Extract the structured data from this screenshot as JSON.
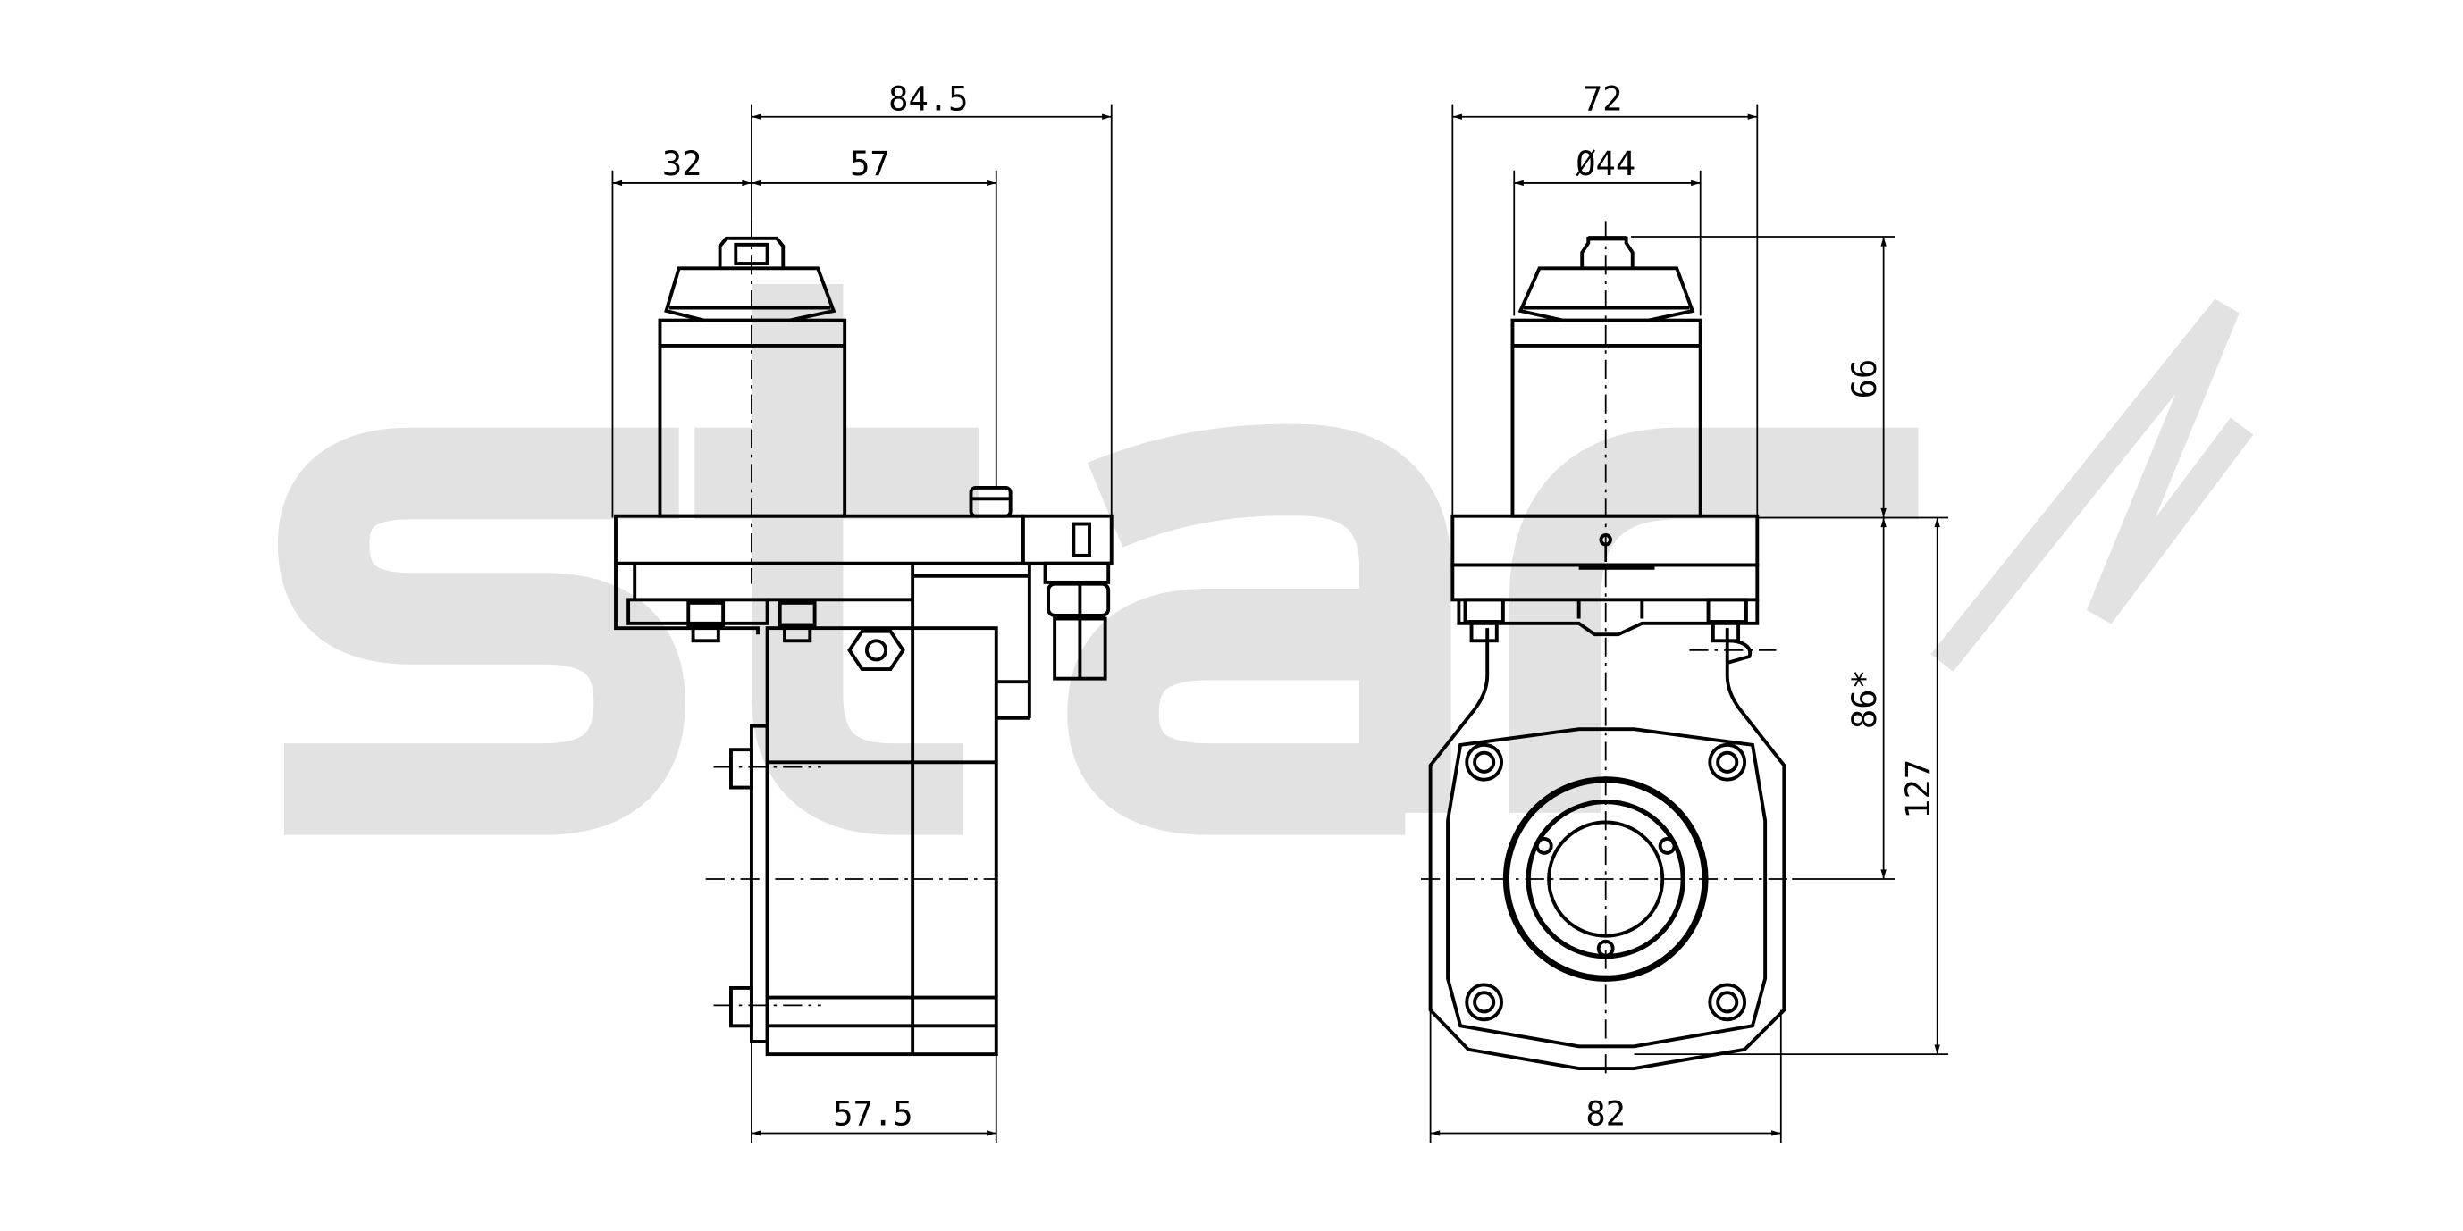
{
  "watermark": {
    "logo_text": "star",
    "color": "#e2e2e2"
  },
  "side_view": {
    "dims": {
      "overall_width": "84.5",
      "left_offset": "32",
      "center_to_fitting": "57",
      "body_depth": "57.5"
    }
  },
  "front_view": {
    "dims": {
      "plate_width": "72",
      "cap_diameter": "Ø44",
      "cap_height": "66",
      "center_height": "86*",
      "overall_height": "127",
      "body_width": "82"
    }
  },
  "colors": {
    "line": "#000000",
    "background": "#ffffff"
  }
}
